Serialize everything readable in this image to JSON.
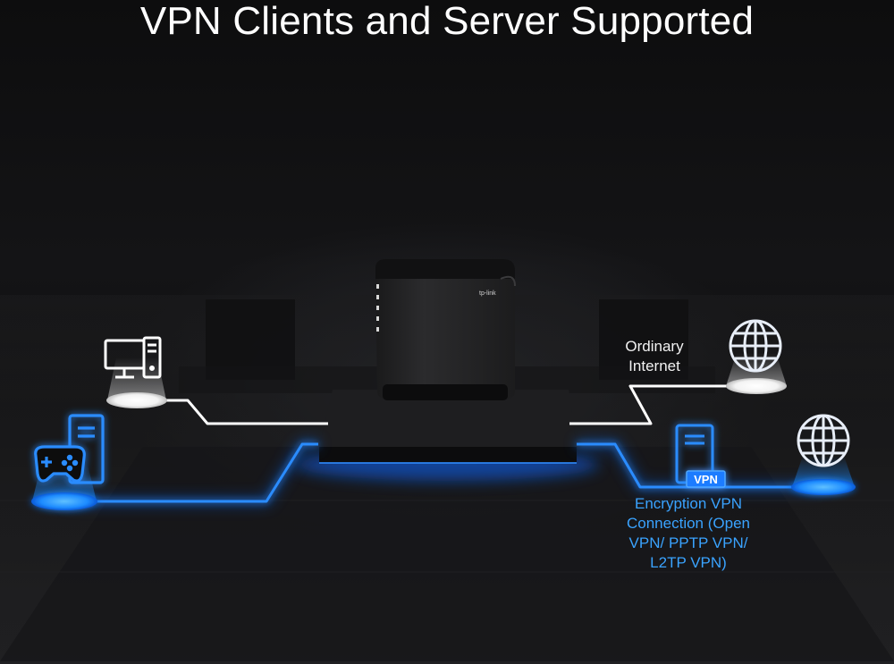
{
  "title": "VPN Clients and Server Supported",
  "labels": {
    "ordinary_internet": "Ordinary Internet",
    "encryption_vpn": "Encryption VPN Connection (Open VPN/ PPTP VPN/ L2TP VPN)",
    "vpn_badge": "VPN",
    "router_brand": "tp-link"
  },
  "icons": {
    "pc": "desktop-computer-icon",
    "gaming": "game-console-icon",
    "globe_top": "globe-icon",
    "globe_bottom": "globe-icon",
    "vpn_server": "vpn-server-icon",
    "router": "router-device"
  },
  "colors": {
    "background": "#0b0b0c",
    "ordinary_line": "#ffffff",
    "vpn_line": "#1e7bff",
    "vpn_glow": "#0a66ff",
    "vpn_text": "#3aa3ff"
  }
}
